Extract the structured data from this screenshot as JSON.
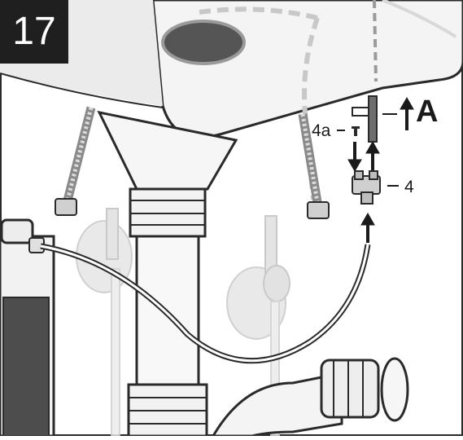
{
  "step_number": "17",
  "labels": {
    "part_a": "A",
    "part_4a": "4a",
    "part_4": "4"
  },
  "colors": {
    "outline": "#2a2a2a",
    "ghost": "#c8c8c8",
    "filter_dark": "#4d4d4d"
  }
}
